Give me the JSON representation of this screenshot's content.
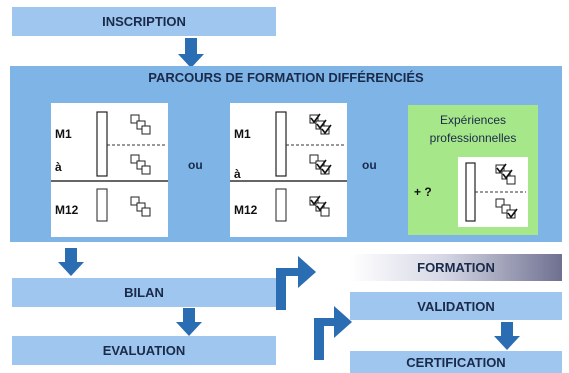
{
  "steps": {
    "inscription": "INSCRIPTION",
    "parcours": "PARCOURS DE FORMATION DIFFÉRENCIÉS",
    "bilan": "BILAN",
    "evaluation": "EVALUATION",
    "formation": "FORMATION",
    "validation": "VALIDATION",
    "certification": "CERTIFICATION"
  },
  "cards": {
    "left": {
      "top_label_1": "M1",
      "top_label_2": "à",
      "bottom_label": "M12"
    },
    "middle": {
      "top_label_1": "M1",
      "top_label_2": "à",
      "bottom_label": "M12"
    },
    "right": {
      "title_1": "Expériences",
      "title_2": "professionnelles",
      "label": "+ ?"
    }
  },
  "connectors": {
    "or_1": "ou",
    "or_2": "ou"
  },
  "colors": {
    "box_blue": "#9fc6ee",
    "panel_blue": "#7fb4e6",
    "arrow_blue": "#2a6db3",
    "green": "#a6e889"
  }
}
